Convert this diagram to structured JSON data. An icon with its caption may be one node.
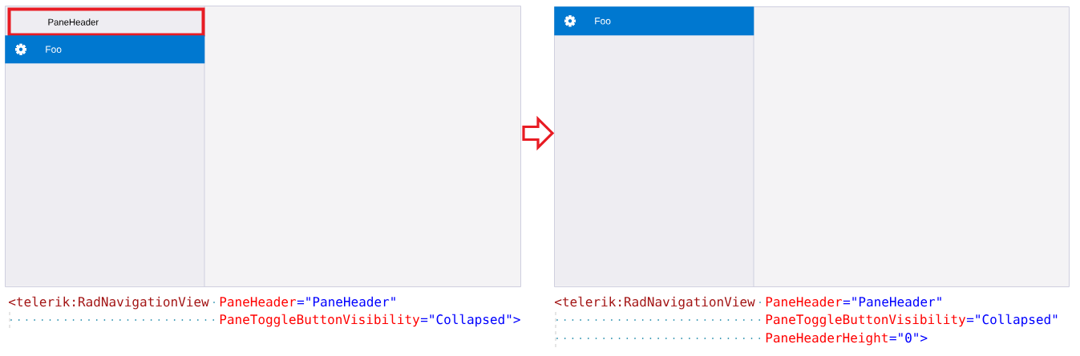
{
  "diagram": {
    "nodes": [
      {
        "text": [],
        "shape": "box"
      },
      {
        "text": [
          "PaneHeader"
        ],
        "in": 0
      },
      {
        "text": [
          "Foo"
        ],
        "in": 0
      },
      {
        "text": [],
        "shape": "box"
      },
      {
        "text": [
          "Foo"
        ],
        "in": 3
      }
    ],
    "edges": [
      {
        "from": 0,
        "to": 3,
        "arrow": "to",
        "style": "thick",
        "color": "#e81c24"
      }
    ],
    "labels": [
      "<telerik:RadNavigationView",
      "PaneHeader",
      "=\"PaneHeader\"",
      "PaneToggleButtonVisibility",
      "=\"Collapsed\">",
      "<telerik:RadNavigationView",
      "PaneHeader",
      "=\"PaneHeader\"",
      "PaneToggleButtonVisibility",
      "=\"Collapsed\"",
      "PaneHeaderHeight",
      "=\"0\">"
    ]
  }
}
